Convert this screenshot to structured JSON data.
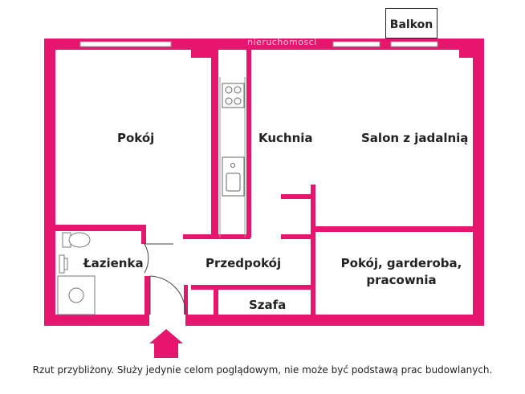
{
  "colors": {
    "wall": "#e6166f",
    "text": "#222222",
    "fixture": "#888888",
    "background": "#ffffff"
  },
  "watermark": "nieruchomosci",
  "rooms": {
    "balkon": "Balkon",
    "pokoj": "Pokój",
    "kuchnia": "Kuchnia",
    "salon": "Salon z jadalnią",
    "lazienka": "Łazienka",
    "przedpokoj": "Przedpokój",
    "pokoj_garderoba_line1": "Pokój, garderoba,",
    "pokoj_garderoba_line2": "pracownia",
    "szafa": "Szafa"
  },
  "icons": {
    "entrance": "entrance-arrow-icon",
    "stove": "stove-icon",
    "sink": "kitchen-sink-icon",
    "toilet": "toilet-icon",
    "washbasin": "washbasin-icon",
    "shower": "shower-icon"
  },
  "disclaimer": "Rzut przybliżony. Służy jedynie celom poglądowym, nie może być podstawą prac budowlanych."
}
